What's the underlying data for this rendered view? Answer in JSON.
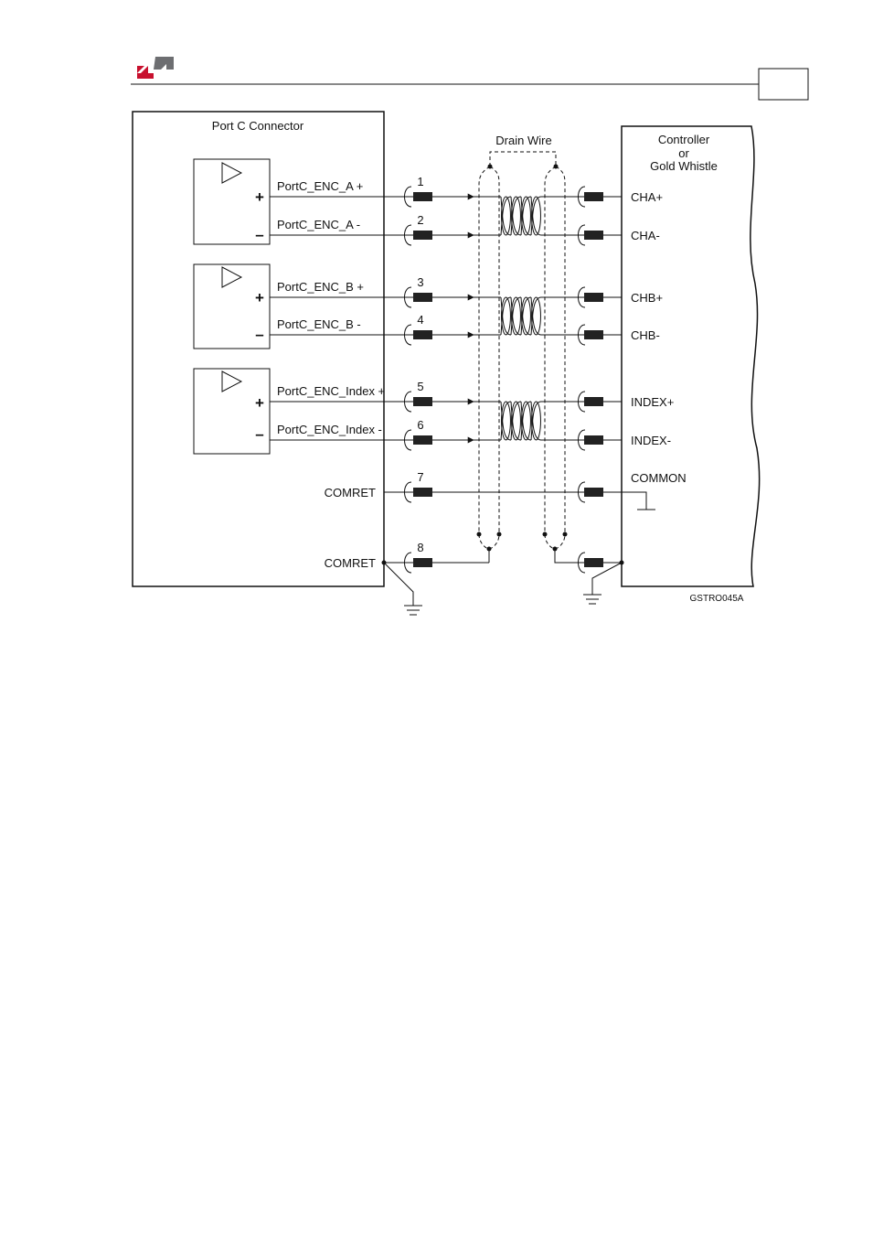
{
  "header": {
    "logo_colors": {
      "red": "#c8102e",
      "gray": "#6d6e71"
    },
    "page_box_text": ""
  },
  "diagram": {
    "left_block_title": "Port C Connector",
    "right_block_title": [
      "Controller",
      "or",
      "Gold Whistle"
    ],
    "drain_wire_label": "Drain Wire",
    "figure_code": "GSTRO045A",
    "signals": [
      {
        "pin": "1",
        "left": "PortC_ENC_A +",
        "right": "CHA+"
      },
      {
        "pin": "2",
        "left": "PortC_ENC_A -",
        "right": "CHA-"
      },
      {
        "pin": "3",
        "left": "PortC_ENC_B +",
        "right": "CHB+"
      },
      {
        "pin": "4",
        "left": "PortC_ENC_B -",
        "right": "CHB-"
      },
      {
        "pin": "5",
        "left": "PortC_ENC_Index +",
        "right": "INDEX+"
      },
      {
        "pin": "6",
        "left": "PortC_ENC_Index -",
        "right": "INDEX-"
      },
      {
        "pin": "7",
        "left": "COMRET",
        "right": "COMMON"
      },
      {
        "pin": "8",
        "left": "COMRET",
        "right": ""
      }
    ],
    "plus_sign": "+",
    "minus_sign": "–"
  }
}
